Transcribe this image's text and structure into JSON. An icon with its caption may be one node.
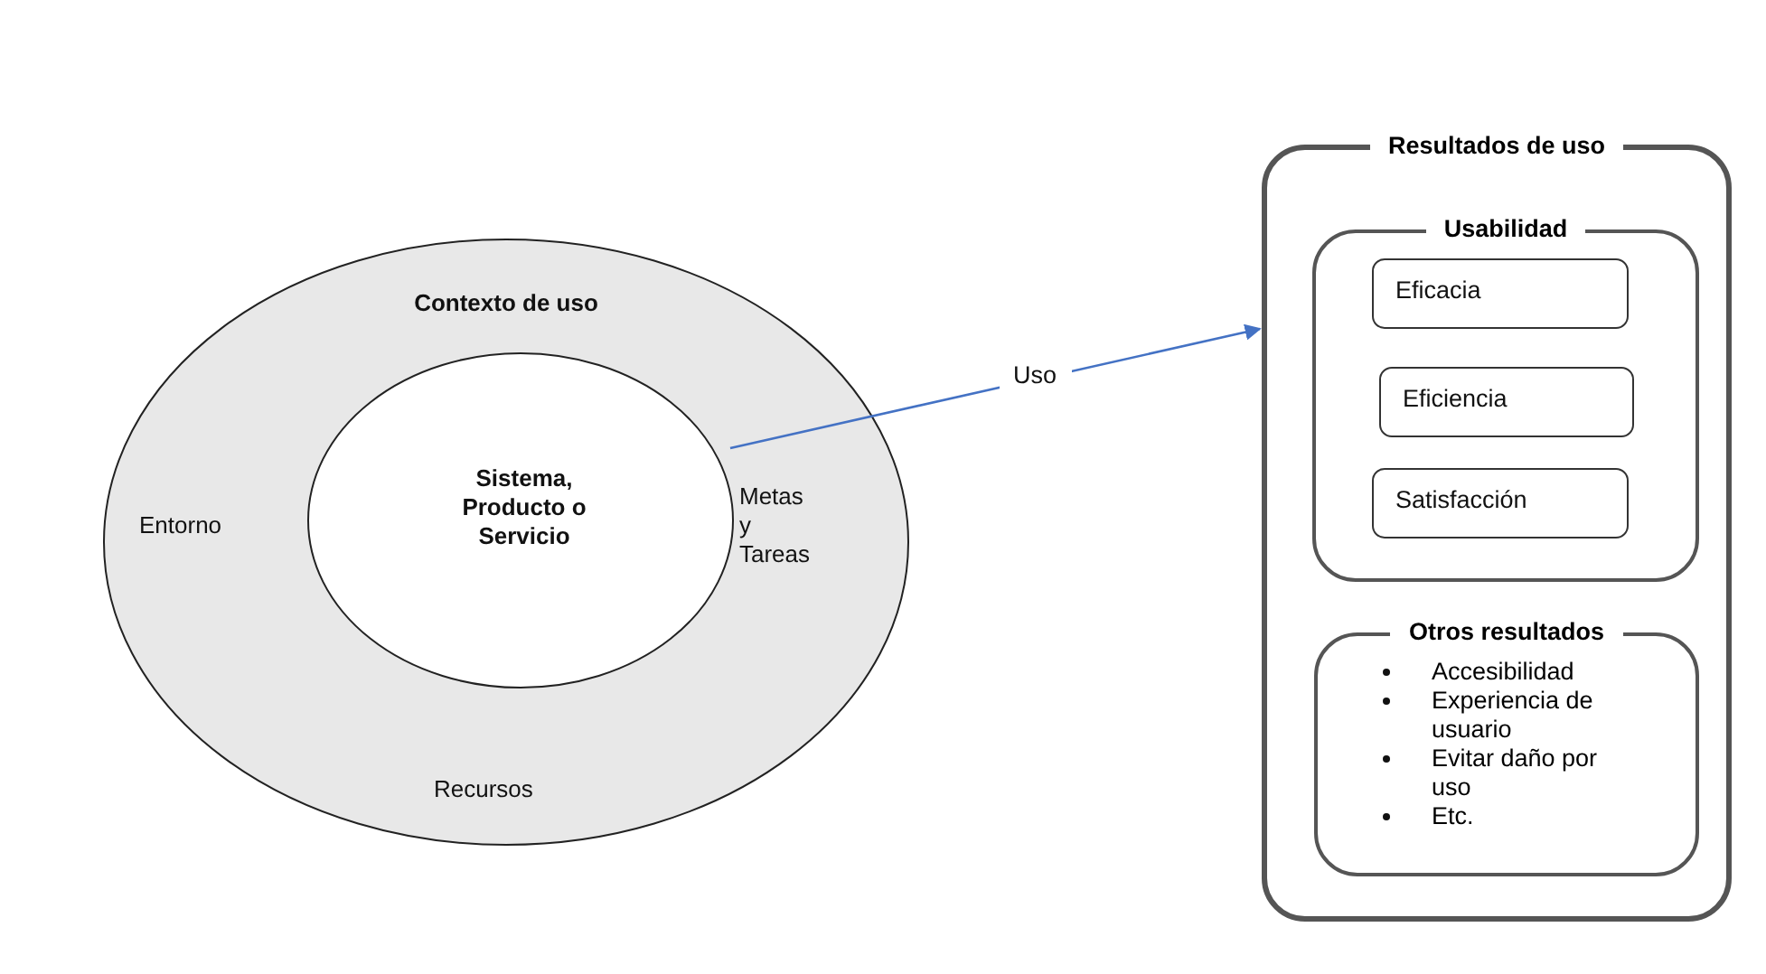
{
  "diagram": {
    "nodes": [
      {
        "text": [
          "Contexto de uso",
          "Entorno",
          "Metas y Tareas",
          "Recursos"
        ]
      },
      {
        "text": [
          "Sistema, Producto o Servicio"
        ],
        "in": 0
      },
      {
        "text": [
          "Resultados de uso"
        ]
      },
      {
        "text": [
          "Usabilidad"
        ],
        "in": 2
      },
      {
        "text": [
          "Eficacia"
        ],
        "in": 3
      },
      {
        "text": [
          "Eficiencia"
        ],
        "in": 3
      },
      {
        "text": [
          "Satisfacción"
        ],
        "in": 3
      },
      {
        "text": [
          "Otros resultados",
          "Accesibilidad",
          "Experiencia de usuario",
          "Evitar daño por uso",
          "Etc."
        ],
        "in": 2
      }
    ],
    "edges": [
      {
        "from": 1,
        "to": 2,
        "arrow": "to",
        "label": "Uso",
        "color": "#4472c4"
      }
    ]
  }
}
